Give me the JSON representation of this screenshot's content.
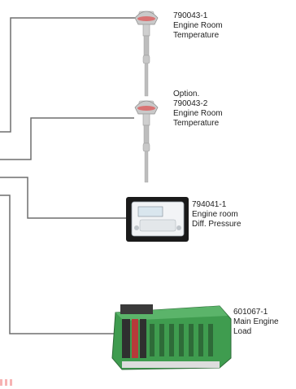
{
  "sensors": [
    {
      "part_number": "790043-1",
      "lines": [
        "Engine Room",
        "Temperature"
      ],
      "icon": "temperature-sensor-icon"
    },
    {
      "part_number": "790043-2",
      "prefix": "Option.",
      "lines": [
        "Engine Room",
        "Temperature"
      ],
      "icon": "temperature-sensor-icon"
    },
    {
      "part_number": "794041-1",
      "lines": [
        "Engine room",
        "Diff. Pressure"
      ],
      "icon": "pressure-transmitter-icon"
    },
    {
      "part_number": "601067-1",
      "lines": [
        "Main Engine",
        "Load"
      ],
      "icon": "engine-icon"
    }
  ],
  "colors": {
    "wire": "#6f6f6f",
    "sensor_head": "#c9c9c9",
    "sensor_stem": "#bdbdbd",
    "engine_green": "#3f9c4f",
    "engine_dark": "#3a3a3a",
    "engine_red": "#b63a3a"
  }
}
